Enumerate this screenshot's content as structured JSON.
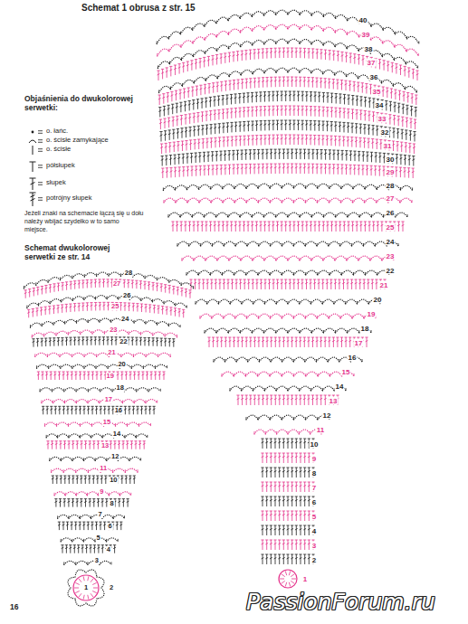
{
  "diagram": {
    "title": "Schemat 1 obrusa z str. 15",
    "labels": [
      "Objaśnienia do dwukolorowej serwetki:",
      "Jeżeli znaki na schemacie łączą się u dołu należy wbijać szydełko w to samo miejsce.",
      "Schemat dwukolorowej serwetki ze str. 14",
      "1",
      "2",
      "3",
      "4",
      "5",
      "6",
      "7",
      "8",
      "9",
      "10",
      "11",
      "12",
      "13",
      "14",
      "15",
      "16",
      "17",
      "18",
      "19",
      "20",
      "21",
      "22",
      "23",
      "24",
      "25",
      "26",
      "27",
      "28",
      "29",
      "30",
      "31",
      "32",
      "33",
      "34",
      "35",
      "36",
      "37",
      "38",
      "39",
      "40",
      "1",
      "2",
      "3",
      "4",
      "5",
      "6",
      "7",
      "8",
      "9",
      "10",
      "11",
      "12",
      "13",
      "14",
      "15",
      "16",
      "17",
      "18",
      "19",
      "20",
      "21",
      "22",
      "23",
      "24",
      "25",
      "26",
      "27",
      "28",
      "16",
      "PassionForum.ru"
    ],
    "legend": [
      {
        "text": "o. łańc."
      },
      {
        "text": "o. ścisłe zamykające"
      },
      {
        "text": "o. ścisłe"
      },
      {
        "text": "półsłupek"
      },
      {
        "text": "słupek"
      },
      {
        "text": "potrójny słupek"
      }
    ]
  }
}
